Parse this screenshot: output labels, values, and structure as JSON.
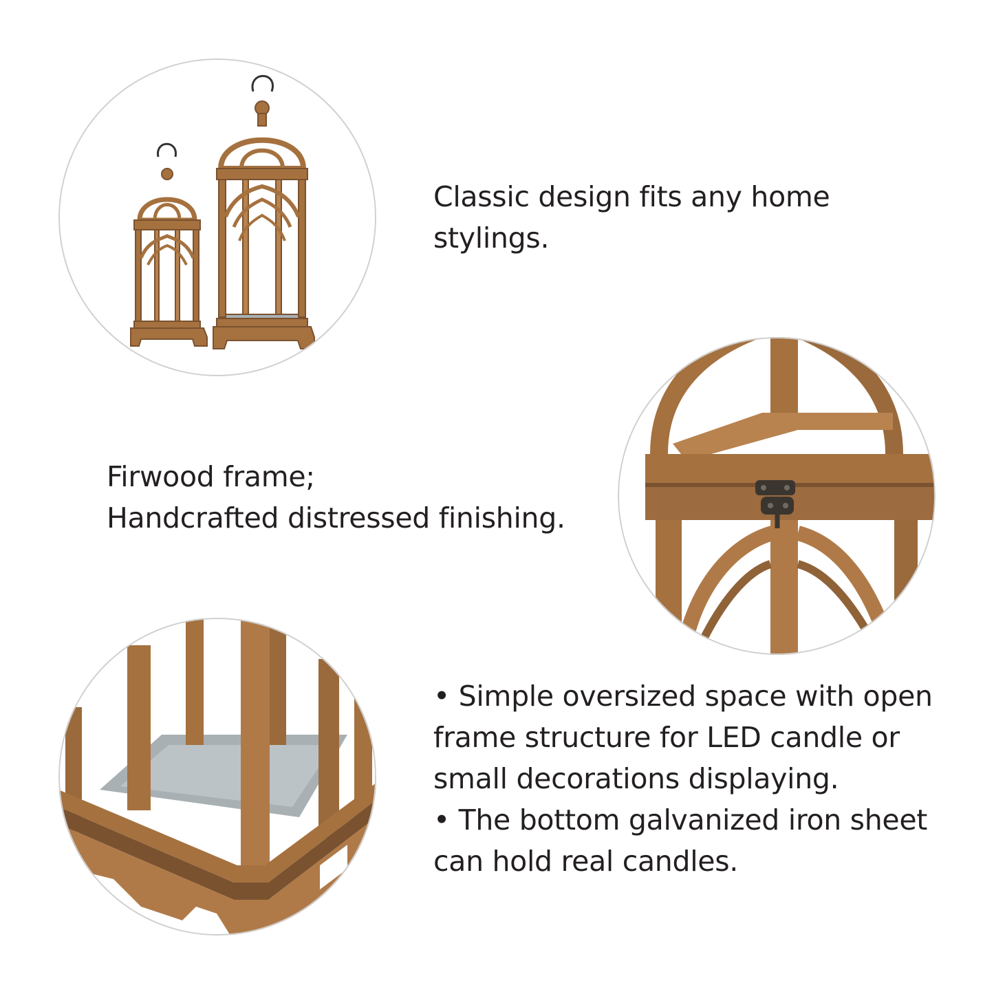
{
  "section_top": {
    "text_lines": [
      "Classic design fits any home",
      "stylings."
    ]
  },
  "section_middle": {
    "text_lines": [
      "Firwood frame;",
      "Handcrafted distressed finishing."
    ]
  },
  "section_bottom": {
    "text_lines": [
      "• Simple oversized space with open",
      "frame structure for LED candle or",
      "small decorations displaying.",
      "• The bottom galvanized iron sheet",
      "can hold real candles."
    ]
  },
  "colors": {
    "wood": "#a5713f",
    "wood_dark": "#7a5230",
    "wood_light": "#c49264",
    "metal": "#a9b0b3",
    "circle_border": "#cfcfcf",
    "text": "#231f20"
  },
  "icons": [
    "lantern-pair-photo",
    "lantern-latch-closeup-photo",
    "lantern-base-closeup-photo"
  ]
}
